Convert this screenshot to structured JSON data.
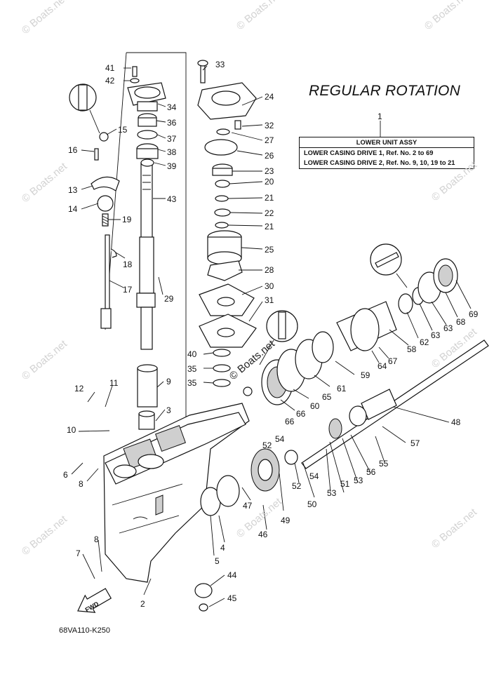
{
  "heading": "REGULAR ROTATION",
  "assembly_box": {
    "title": "LOWER UNIT ASSY",
    "rows": [
      "LOWER CASING DRIVE 1,  Ref. No. 2 to 69",
      "LOWER CASING DRIVE 2,  Ref. No. 9, 10, 19 to 21"
    ]
  },
  "diagram_code": "68VA110-K250",
  "watermark": "© Boats.net",
  "fwd_label": "FWD",
  "callouts": [
    {
      "id": "1",
      "text": "1"
    },
    {
      "id": "2",
      "text": "2"
    },
    {
      "id": "3",
      "text": "3"
    },
    {
      "id": "4",
      "text": "4"
    },
    {
      "id": "5",
      "text": "5"
    },
    {
      "id": "6",
      "text": "6"
    },
    {
      "id": "7",
      "text": "7"
    },
    {
      "id": "8a",
      "text": "8"
    },
    {
      "id": "8b",
      "text": "8"
    },
    {
      "id": "9",
      "text": "9"
    },
    {
      "id": "10",
      "text": "10"
    },
    {
      "id": "11",
      "text": "11"
    },
    {
      "id": "12",
      "text": "12"
    },
    {
      "id": "13",
      "text": "13"
    },
    {
      "id": "14",
      "text": "14"
    },
    {
      "id": "15",
      "text": "15"
    },
    {
      "id": "16",
      "text": "16"
    },
    {
      "id": "17",
      "text": "17"
    },
    {
      "id": "18",
      "text": "18"
    },
    {
      "id": "19",
      "text": "19"
    },
    {
      "id": "20",
      "text": "20"
    },
    {
      "id": "21a",
      "text": "21"
    },
    {
      "id": "21b",
      "text": "21"
    },
    {
      "id": "22",
      "text": "22"
    },
    {
      "id": "23",
      "text": "23"
    },
    {
      "id": "24",
      "text": "24"
    },
    {
      "id": "25",
      "text": "25"
    },
    {
      "id": "26",
      "text": "26"
    },
    {
      "id": "27",
      "text": "27"
    },
    {
      "id": "28",
      "text": "28"
    },
    {
      "id": "29",
      "text": "29"
    },
    {
      "id": "30",
      "text": "30"
    },
    {
      "id": "31",
      "text": "31"
    },
    {
      "id": "32",
      "text": "32"
    },
    {
      "id": "33",
      "text": "33"
    },
    {
      "id": "34",
      "text": "34"
    },
    {
      "id": "35a",
      "text": "35"
    },
    {
      "id": "35b",
      "text": "35"
    },
    {
      "id": "36",
      "text": "36"
    },
    {
      "id": "37",
      "text": "37"
    },
    {
      "id": "38",
      "text": "38"
    },
    {
      "id": "39",
      "text": "39"
    },
    {
      "id": "40",
      "text": "40"
    },
    {
      "id": "41",
      "text": "41"
    },
    {
      "id": "42",
      "text": "42"
    },
    {
      "id": "43",
      "text": "43"
    },
    {
      "id": "44",
      "text": "44"
    },
    {
      "id": "45",
      "text": "45"
    },
    {
      "id": "46",
      "text": "46"
    },
    {
      "id": "47",
      "text": "47"
    },
    {
      "id": "48",
      "text": "48"
    },
    {
      "id": "49",
      "text": "49"
    },
    {
      "id": "50",
      "text": "50"
    },
    {
      "id": "51",
      "text": "51"
    },
    {
      "id": "52a",
      "text": "52"
    },
    {
      "id": "52b",
      "text": "52"
    },
    {
      "id": "53a",
      "text": "53"
    },
    {
      "id": "53b",
      "text": "53"
    },
    {
      "id": "54a",
      "text": "54"
    },
    {
      "id": "54b",
      "text": "54"
    },
    {
      "id": "55",
      "text": "55"
    },
    {
      "id": "56",
      "text": "56"
    },
    {
      "id": "57",
      "text": "57"
    },
    {
      "id": "58",
      "text": "58"
    },
    {
      "id": "59",
      "text": "59"
    },
    {
      "id": "60",
      "text": "60"
    },
    {
      "id": "61",
      "text": "61"
    },
    {
      "id": "62",
      "text": "62"
    },
    {
      "id": "63a",
      "text": "63"
    },
    {
      "id": "63b",
      "text": "63"
    },
    {
      "id": "64",
      "text": "64"
    },
    {
      "id": "65",
      "text": "65"
    },
    {
      "id": "66a",
      "text": "66"
    },
    {
      "id": "66b",
      "text": "66"
    },
    {
      "id": "67",
      "text": "67"
    },
    {
      "id": "68",
      "text": "68"
    },
    {
      "id": "69",
      "text": "69"
    }
  ]
}
